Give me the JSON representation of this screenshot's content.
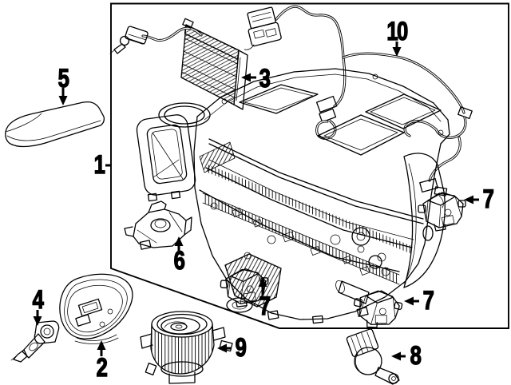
{
  "figure": {
    "background_color": "#ffffff",
    "line_color": "#000000",
    "callouts": [
      {
        "id": "1",
        "number": "1",
        "arrow_direction": "none"
      },
      {
        "id": "2",
        "number": "2",
        "arrow_direction": "up"
      },
      {
        "id": "3",
        "number": "3",
        "arrow_direction": "left"
      },
      {
        "id": "4",
        "number": "4",
        "arrow_direction": "down"
      },
      {
        "id": "5",
        "number": "5",
        "arrow_direction": "down"
      },
      {
        "id": "6",
        "number": "6",
        "arrow_direction": "up"
      },
      {
        "id": "7a",
        "number": "7",
        "arrow_direction": "left"
      },
      {
        "id": "7b",
        "number": "7",
        "arrow_direction": "up"
      },
      {
        "id": "7c",
        "number": "7",
        "arrow_direction": "left"
      },
      {
        "id": "8",
        "number": "8",
        "arrow_direction": "left"
      },
      {
        "id": "9",
        "number": "9",
        "arrow_direction": "left"
      },
      {
        "id": "10",
        "number": "10",
        "arrow_direction": "down"
      }
    ]
  }
}
